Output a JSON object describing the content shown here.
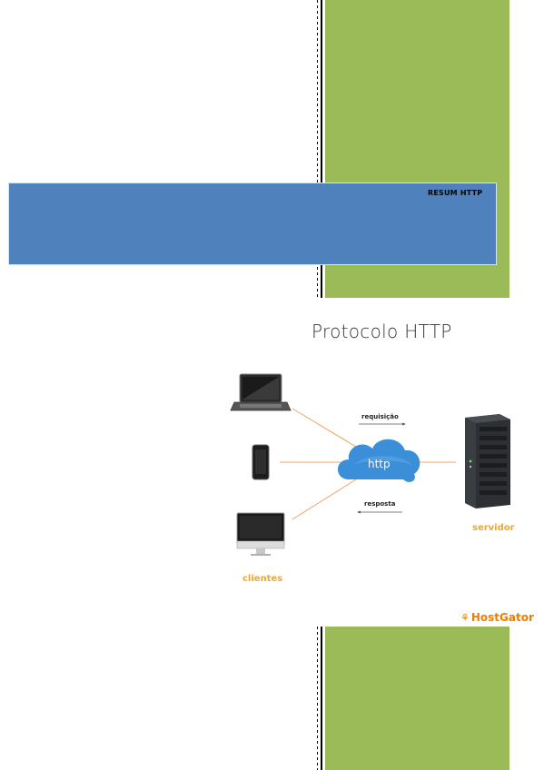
{
  "banner": {
    "label": "RESUM HTTP"
  },
  "figure": {
    "title": "Protocolo HTTP",
    "request_label": "requisição",
    "response_label": "resposta",
    "cloud_label": "http",
    "server_label": "servidor",
    "clients_label": "clientes",
    "logo_text": "HostGator"
  },
  "colors": {
    "green": "#9bbb59",
    "blue": "#4f81bd",
    "orange": "#f5a623",
    "cloud": "#3b8ed8"
  }
}
